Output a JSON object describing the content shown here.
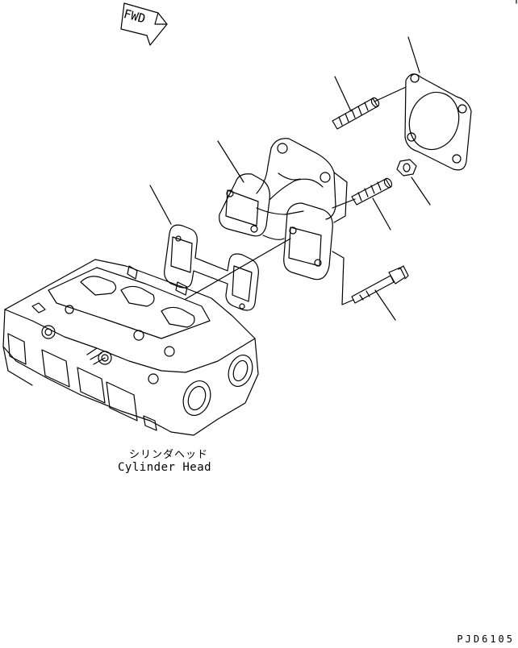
{
  "direction_marker": {
    "label": "FWD"
  },
  "part_label": {
    "japanese": "シリンダヘッド",
    "english": "Cylinder Head"
  },
  "drawing_code": "PJD6105",
  "line_color": "#000000",
  "background_color": "#ffffff"
}
